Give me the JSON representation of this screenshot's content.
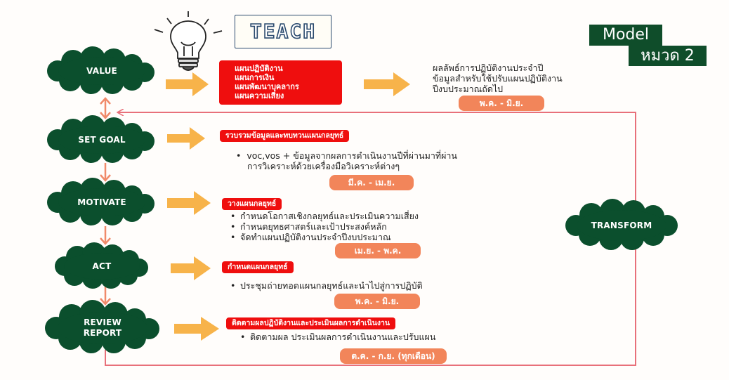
{
  "model_badge": {
    "line1": "Model",
    "line2": "หมวด 2"
  },
  "logo": {
    "teach": "TEACH"
  },
  "steps": [
    {
      "id": "value",
      "label": "VALUE"
    },
    {
      "id": "set-goal",
      "label": "SET GOAL"
    },
    {
      "id": "motivate",
      "label": "MOTIVATE"
    },
    {
      "id": "act",
      "label": "ACT"
    },
    {
      "id": "review-report",
      "label_line1": "REVIEW",
      "label_line2": "REPORT"
    }
  ],
  "transform": {
    "label": "TRANSFORM"
  },
  "value_box": {
    "lines": [
      "แผนปฏิบัติงาน",
      "แผนการเงิน",
      "แผนพัฒนาบุคลากร",
      "แผนความเสี่ยง"
    ]
  },
  "value_result": {
    "lines": [
      "ผลลัพธ์การปฏิบัติงานประจำปี",
      "ข้อมูลสำหรับใช้ปรับแผนปฏิบัติงาน",
      "ปีงบประมาณถัดไป"
    ],
    "period": "พ.ค. - มิ.ย."
  },
  "set_goal": {
    "title": "รวบรวมข้อมูลและทบทวนแผนกลยุทธ์",
    "bullet_line1": "voc,vos + ข้อมูลจากผลการดำเนินงานปีที่ผ่านมาที่ผ่าน",
    "bullet_line2": "การวิเคราะห์ด้วยเครื่องมือวิเคราะห์ต่างๆ",
    "period": "มี.ค. - เม.ย."
  },
  "motivate": {
    "title": "วางแผนกลยุทธ์",
    "bullets": [
      "กำหนดโอกาสเชิงกลยุทธ์และประเมินความเสี่ยง",
      "กำหนดยุทธศาสตร์และเป้าประสงค์หลัก",
      "จัดทำแผนปฏิบัติงานประจำปีงบประมาณ"
    ],
    "period": "เม.ย. - พ.ค."
  },
  "act": {
    "title": "กำหนดแผนกลยุทธ์",
    "bullets": [
      "ประชุมถ่ายทอดแผนกลยุทธ์และนำไปสู่การปฏิบัติ"
    ],
    "period": "พ.ค. - มิ.ย."
  },
  "review": {
    "title": "ติดตามผลปฏิบัติงานและประเมินผลการดำเนินงาน",
    "bullets": [
      "ติดตามผล ประเมินผลการดำเนินงานและปรับแผน"
    ],
    "period": "ต.ค. - ก.ย. (ทุกเดือน)"
  },
  "colors": {
    "cloud": "#0b4f2d",
    "red": "#ef0e0e",
    "arrow": "#f7b34a",
    "pill": "#f2855a",
    "line": "#e8707a",
    "badge": "#0f4d2a"
  },
  "icons": [
    "lightbulb-icon",
    "arrow-right-icon",
    "arrow-down-icon",
    "double-arrow-icon"
  ]
}
